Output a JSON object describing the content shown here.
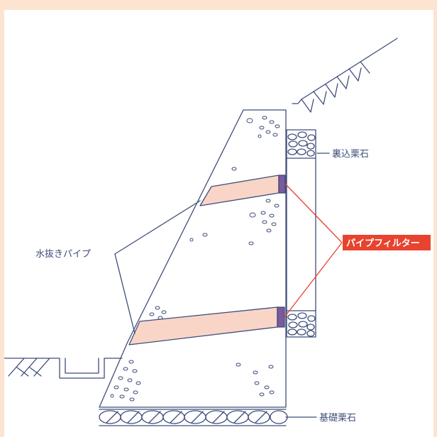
{
  "labels": {
    "back_fill": "裏込栗石",
    "drain_pipe": "水抜きパイプ",
    "pipe_filter": "パイプフィルター",
    "foundation": "基礎栗石"
  },
  "colors": {
    "background": "#fde4d0",
    "line": "#3f4d7a",
    "pipe_fill": "#f9d5c8",
    "filter_fill": "#7a5a9a",
    "filter_label_bg": "#e8432e",
    "leader_red": "#e8432e"
  }
}
